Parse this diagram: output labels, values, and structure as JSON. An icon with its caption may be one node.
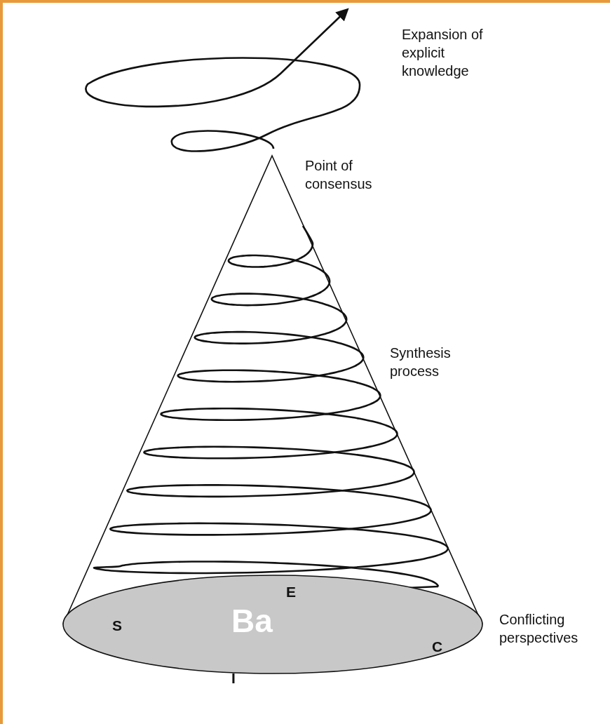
{
  "diagram": {
    "nodes": [
      {
        "text": [
          "E",
          "S",
          "Ba",
          "C",
          "I"
        ]
      }
    ],
    "labels": [
      "Expansion of explicit knowledge",
      "Point of consensus",
      "Synthesis process",
      "Conflicting perspectives"
    ]
  }
}
